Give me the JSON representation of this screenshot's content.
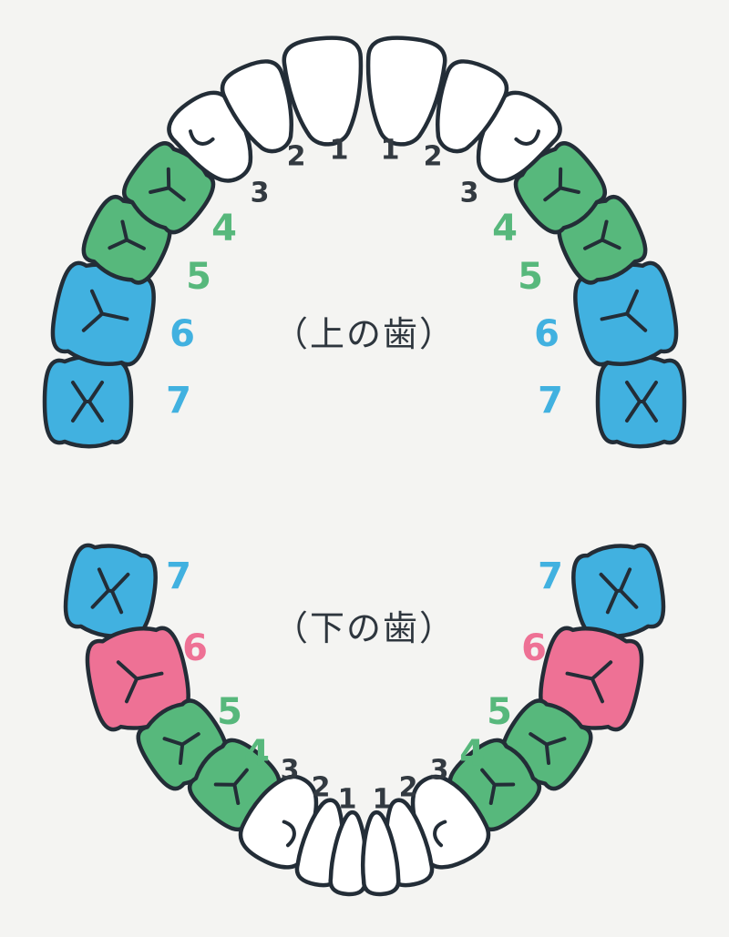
{
  "page": {
    "background": "#f4f4f2"
  },
  "colors": {
    "outline": "#232d37",
    "tooth_white": "#ffffff",
    "tooth_green": "#57b87c",
    "tooth_blue": "#41b1e0",
    "tooth_pink": "#ee7195",
    "number_dark": "#333a41",
    "number_green": "#57b87c",
    "number_blue": "#41b1e0",
    "number_pink": "#ee7195",
    "label_color": "#2e363e"
  },
  "upper": {
    "label": "（上の歯）",
    "numbers": [
      "1",
      "2",
      "3",
      "4",
      "5",
      "6",
      "7"
    ]
  },
  "lower": {
    "label": "（下の歯）",
    "numbers": [
      "1",
      "2",
      "3",
      "4",
      "5",
      "6",
      "7"
    ]
  }
}
